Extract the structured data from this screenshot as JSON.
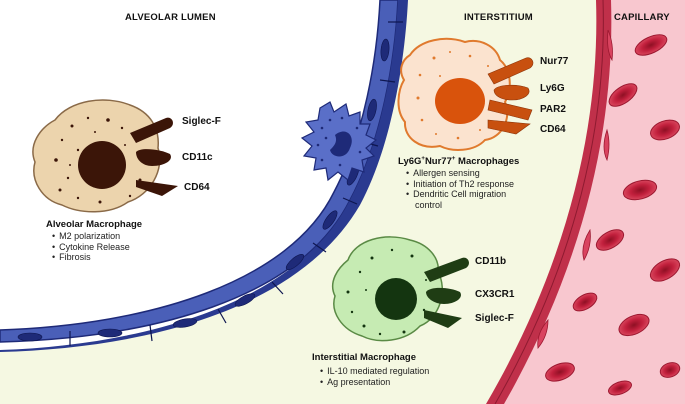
{
  "regions": {
    "lumen": "ALVEOLAR LUMEN",
    "interstitium": "INTERSTITIUM",
    "capillary": "CAPILLARY"
  },
  "alveolar_macrophage": {
    "title": "Alveolar Macrophage",
    "markers": [
      "Siglec-F",
      "CD11c",
      "CD64"
    ],
    "functions": [
      "M2 polarization",
      "Cytokine Release",
      "Fibrosis"
    ],
    "colors": {
      "cell": "#ecd4ad",
      "nucleus": "#3b1508",
      "marker": "#3b1508"
    }
  },
  "ly6g_macrophage": {
    "title_main": "Ly6G",
    "title_sup1": "+",
    "title_mid": "Nur77",
    "title_sup2": "+",
    "title_tail": " Macrophages",
    "markers": [
      "Nur77",
      "Ly6G",
      "PAR2",
      "CD64"
    ],
    "functions": [
      "Allergen sensing",
      "Initiation of Th2 response",
      "Dendritic Cell migration",
      "control"
    ],
    "colors": {
      "cell": "#fbe3cf",
      "border": "#e07a2e",
      "nucleus": "#d9530c",
      "marker": "#c8500f"
    }
  },
  "interstitial_macrophage": {
    "title": "Interstitial Macrophage",
    "markers": [
      "CD11b",
      "CX3CR1",
      "Siglec-F"
    ],
    "functions": [
      "IL-10 mediated regulation",
      "Ag presentation"
    ],
    "colors": {
      "cell": "#c6ebb3",
      "nucleus": "#143510",
      "marker": "#1f3d14"
    }
  },
  "colors": {
    "interstitium_bg": "#f5f8e2",
    "epithelium": "#4a5fb8",
    "epithelium_dark": "#1e2a78",
    "capillary_wall": "#c0304a",
    "capillary_lumen": "#f8c7cf",
    "rbc": "#c2203d"
  }
}
